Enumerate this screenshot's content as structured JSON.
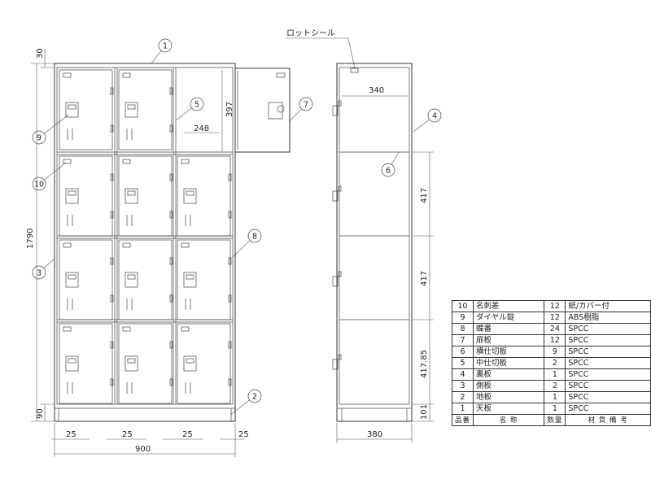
{
  "labels": {
    "rot_seal": "ロットシール"
  },
  "dimensions": {
    "total_width": "900",
    "total_height": "1790",
    "top_margin": "30",
    "bottom_margin": "90",
    "gap_1": "25",
    "gap_2": "25",
    "gap_3": "25",
    "gap_4": "25",
    "door_width": "248",
    "door_height": "397",
    "inner_depth": "340",
    "depth": "380",
    "cell_h_1": "417",
    "cell_h_2": "417",
    "cell_h_3": "417.85",
    "base_h": "101"
  },
  "callouts": [
    "1",
    "2",
    "3",
    "4",
    "5",
    "6",
    "7",
    "8",
    "9",
    "10"
  ],
  "parts_table": {
    "header": [
      "品番",
      "名 称",
      "数量",
      "材 質 備 考"
    ],
    "rows": [
      [
        "10",
        "名刺差",
        "12",
        "紙/カバー付"
      ],
      [
        "9",
        "ダイヤル錠",
        "12",
        "ABS樹脂"
      ],
      [
        "8",
        "蝶番",
        "24",
        "SPCC"
      ],
      [
        "7",
        "扉板",
        "12",
        "SPCC"
      ],
      [
        "6",
        "横仕切板",
        "9",
        "SPCC"
      ],
      [
        "5",
        "中仕切板",
        "2",
        "SPCC"
      ],
      [
        "4",
        "裏板",
        "1",
        "SPCC"
      ],
      [
        "3",
        "側板",
        "2",
        "SPCC"
      ],
      [
        "2",
        "地板",
        "1",
        "SPCC"
      ],
      [
        "1",
        "天板",
        "1",
        "SPCC"
      ]
    ]
  }
}
